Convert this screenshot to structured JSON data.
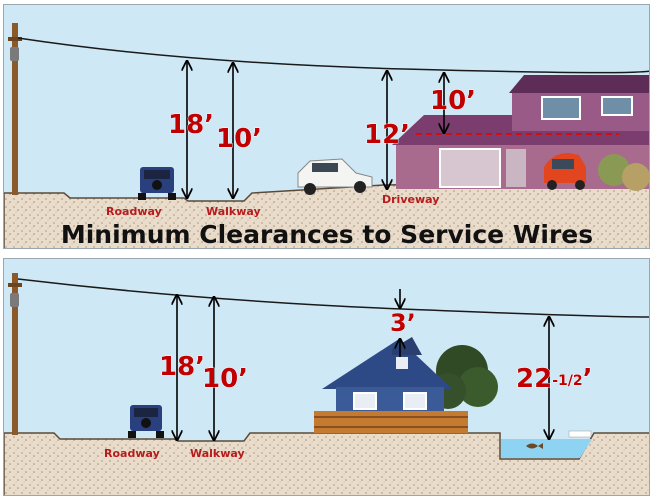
{
  "top": {
    "title": "Minimum Clearances to Service Wires",
    "roadway_clearance": "18’",
    "walkway_clearance": "10’",
    "driveway_clearance": "12’",
    "roof_clearance": "10’",
    "label_roadway": "Roadway",
    "label_walkway": "Walkway",
    "label_driveway": "Driveway"
  },
  "bottom": {
    "roadway_clearance": "18’",
    "walkway_clearance": "10’",
    "roof_clearance": "3’",
    "pool_clearance_main": "22",
    "pool_clearance_frac": "-1/2",
    "pool_clearance_mark": "’",
    "label_roadway": "Roadway",
    "label_walkway": "Walkway"
  },
  "colors": {
    "sky": "#cfe8f5",
    "ground": "#e8d8c6",
    "dimension_text": "#c00000",
    "label_text": "#b71c1c",
    "house_top": "#8a4a7a",
    "house_bottom": "#3a5b98",
    "pool": "#8fd3f2"
  }
}
